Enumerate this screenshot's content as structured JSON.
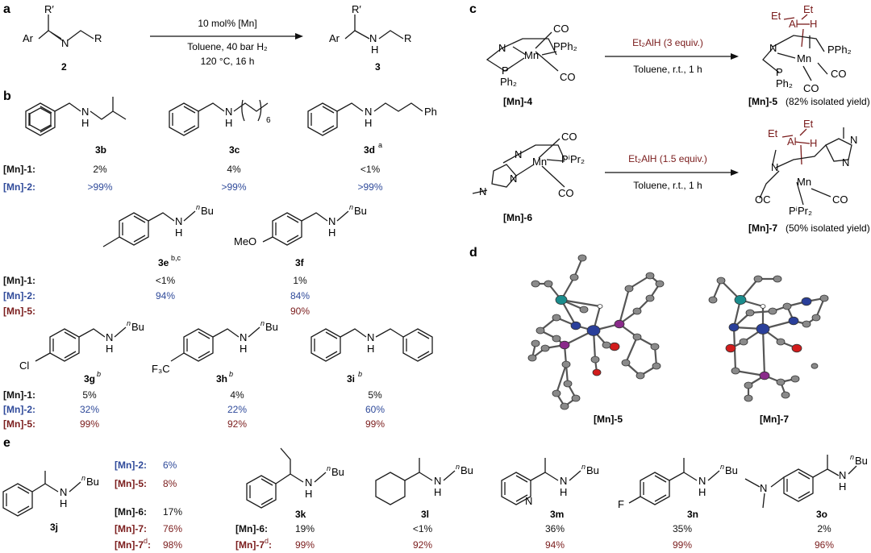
{
  "panels": {
    "a": "a",
    "b": "b",
    "c": "c",
    "d": "d",
    "e": "e"
  },
  "reaction_a": {
    "conditions_line1": "10 mol% [Mn]",
    "conditions_line2": "Toluene, 40 bar H₂",
    "conditions_line3": "120 °C, 16 h",
    "reactant": "2",
    "product": "3",
    "atom_labels": {
      "r_prime": "R′",
      "ar": "Ar",
      "n": "N",
      "r": "R",
      "h": "H"
    }
  },
  "reaction_c1": {
    "reagent": "Et₂AlH (3 equiv.)",
    "solvent": "Toluene, r.t., 1 h",
    "reactant": "[Mn]-4",
    "product": "[Mn]-5",
    "product_note": "(82% isolated yield)"
  },
  "reaction_c2": {
    "reagent": "Et₂AlH (1.5 equiv.)",
    "solvent": "Toluene, r.t., 1 h",
    "reactant": "[Mn]-6",
    "product": "[Mn]-7",
    "product_note": "(50% isolated yield)"
  },
  "crystal": {
    "left": "[Mn]-5",
    "right": "[Mn]-7"
  },
  "panel_b": {
    "row1": {
      "compounds": [
        "3b",
        "3c",
        "3d"
      ],
      "sup": [
        "",
        "",
        "a"
      ],
      "mn1": [
        "2%",
        "4%",
        "<1%"
      ],
      "mn2": [
        ">99%",
        ">99%",
        ">99%"
      ]
    },
    "row2": {
      "compounds": [
        "3e",
        "3f"
      ],
      "sup": [
        "b,c",
        ""
      ],
      "mn1": [
        "<1%",
        "1%"
      ],
      "mn2": [
        "94%",
        "84%"
      ],
      "mn5": [
        "",
        "90%"
      ]
    },
    "row3": {
      "compounds": [
        "3g",
        "3h",
        "3i"
      ],
      "sup": [
        "b",
        "b",
        "b"
      ],
      "mn1": [
        "5%",
        "4%",
        "5%"
      ],
      "mn2": [
        "32%",
        "22%",
        "60%"
      ],
      "mn5": [
        "99%",
        "92%",
        "99%"
      ]
    },
    "row_labels": {
      "mn1": "[Mn]-1:",
      "mn2": "[Mn]-2:",
      "mn5": "[Mn]-5:"
    }
  },
  "panel_e": {
    "j": {
      "name": "3j",
      "rows": [
        {
          "cat": "[Mn]-2:",
          "val": "6%",
          "color": "#2f4a9a"
        },
        {
          "cat": "[Mn]-5:",
          "val": "8%",
          "color": "#7a1c1c"
        },
        {
          "cat": "[Mn]-6:",
          "val": "17%",
          "color": "#111111"
        },
        {
          "cat": "[Mn]-7:",
          "val": "76%",
          "color": "#7a1c1c"
        },
        {
          "cat": "[Mn]-7",
          "sup": "d",
          "colon": ":",
          "val": "98%",
          "color": "#7a1c1c"
        }
      ]
    },
    "compounds": [
      "3k",
      "3l",
      "3m",
      "3n",
      "3o"
    ],
    "row_labels": {
      "mn6": "[Mn]-6:",
      "mn7": "[Mn]-7",
      "mn7_sup": "d",
      "colon": ":"
    },
    "mn6": [
      "19%",
      "<1%",
      "36%",
      "35%",
      "2%"
    ],
    "mn7d": [
      "99%",
      "92%",
      "94%",
      "99%",
      "96%"
    ]
  },
  "labels": {
    "nbu": "Bu",
    "n_sup": "n",
    "nh": "NH",
    "n": "N",
    "h": "H",
    "ph": "Ph",
    "meo": "MeO",
    "cl": "Cl",
    "f3c": "F₃C",
    "f": "F",
    "six": "6",
    "co": "CO",
    "oc": "OC",
    "mn": "Mn",
    "pph2": "PPh₂",
    "ph2": "Ph₂",
    "p": "P",
    "pipr2": "PⁱPr₂",
    "al": "Al",
    "et": "Et"
  },
  "colors": {
    "blue": "#2f4a9a",
    "red": "#7a1c1c",
    "black": "#111111",
    "mn_atom": "#2a3f9a",
    "al_atom": "#1a8c8c",
    "p_atom": "#8a2a8a",
    "o_atom": "#d21c1c",
    "c_atom": "#8a8a8a"
  }
}
